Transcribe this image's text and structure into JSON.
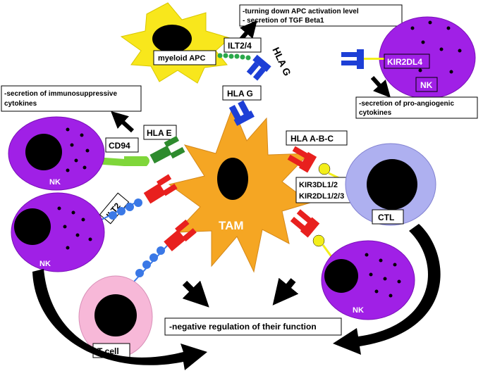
{
  "top_box_line1": "-turning down APC activation level",
  "top_box_line2": "- secretion of TGF Beta1",
  "myeloid_apc": "myeloid APC",
  "ilt24": "ILT2/4",
  "hla_g_rot": "HLA G",
  "kir2dl4": "KIR2DL4",
  "nk": "NK",
  "pro_angio_line1": "-secretion of pro-angiogenic",
  "pro_angio_line2": "cytokines",
  "immuno_line1": "-secretion of immunosuppressive",
  "immuno_line2": "cytokines",
  "hla_g": "HLA G",
  "hla_e": "HLA E",
  "cd94": "CD94",
  "hla_abc": "HLA A-B-C",
  "ilt2": "ILT2",
  "kir_line1": "KIR3DL1/2",
  "kir_line2": "KIR2DL1/2/3",
  "ctl": "CTL",
  "tam": "TAM",
  "t_cell": "T cell",
  "negative_reg": "-negative regulation of their function",
  "colors": {
    "nk_purple": "#a020e6",
    "tam_orange": "#f5a623",
    "apc_yellow": "#f8e71c",
    "receptor_red": "#e8201e",
    "receptor_blue": "#1d3fd6",
    "receptor_green": "#2e8b2e",
    "ctl_lavender": "#aeb0f0",
    "tcell_pink": "#f7b8d8",
    "bead_blue": "#3a78e6",
    "ligand_yellow": "#f3ee1a"
  }
}
